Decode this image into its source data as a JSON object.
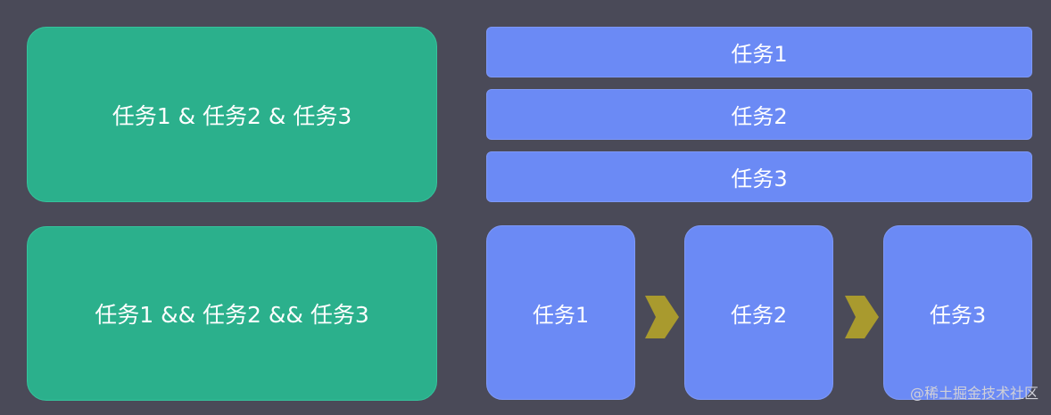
{
  "parallel_single": "任务1 & 任务2 & 任务3",
  "serial_double": "任务1 && 任务2 && 任务3",
  "stacked_tasks": [
    "任务1",
    "任务2",
    "任务3"
  ],
  "sequence_tasks": [
    "任务1",
    "任务2",
    "任务3"
  ],
  "colors": {
    "background": "#4a4a58",
    "green": "#2bb08c",
    "blue": "#6b8af5",
    "arrow": "#a99a2e"
  },
  "watermark": "@稀土掘金技术社区"
}
